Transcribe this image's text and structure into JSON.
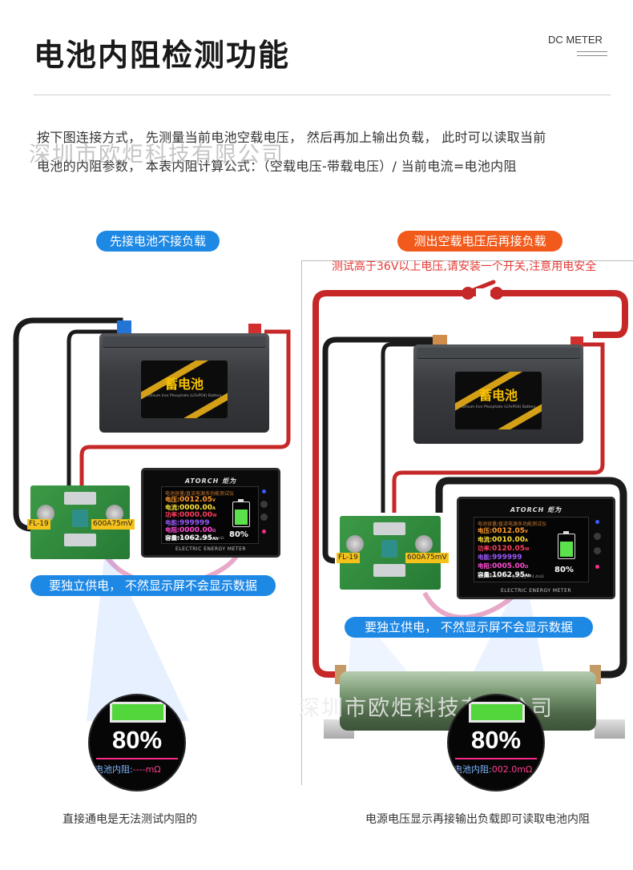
{
  "header": {
    "title": "电池内阻检测功能",
    "tag": "DC METER"
  },
  "intro": {
    "line1": "按下图连接方式，  先测量当前电池空载电压，  然后再加上输出负载，  此时可以读取当前",
    "line2": "电池的内阻参数，  本表内阻计算公式：（空载电压-带载电压）/ 当前电流=电池内阻"
  },
  "watermark": "深圳市欧炬科技有限公司",
  "left_panel": {
    "label": "先接电池不接负载",
    "note": "要独立供电，  不然显示屏不会显示数据",
    "caption": "直接通电是无法测试内阻的",
    "zoom": {
      "percent": "80%",
      "ir_label": "电池内阻:",
      "ir_value": "----mΩ"
    }
  },
  "right_panel": {
    "label": "测出空载电压后再接负载",
    "warning": "测试高于36V以上电压,请安装一个开关,注意用电安全",
    "note": "要独立供电，  不然显示屏不会显示数据",
    "caption": "电源电压显示再接输出负载即可读取电池内阻",
    "zoom": {
      "percent": "80%",
      "ir_label": "电池内阻:",
      "ir_value": "002.0mΩ"
    }
  },
  "battery": {
    "name": "蓄电池"
  },
  "meter": {
    "brand": "ATORCH 炬为",
    "footer": "ELECTRIC ENERGY METER",
    "header": "电池容量/直流电源多功能测试仪",
    "rows_left": [
      {
        "label": "电压:",
        "value": "0012.05",
        "unit": "V",
        "color": "#ff9a2a"
      },
      {
        "label": "电流:",
        "value": "0000.00",
        "unit": "A",
        "color": "#ffe23a"
      },
      {
        "label": "功率:",
        "value": "0000.00",
        "unit": "W",
        "color": "#ff3d5c"
      },
      {
        "label": "电能:",
        "value": "999999",
        "unit": "",
        "color": "#9b59ff"
      },
      {
        "label": "电阻:",
        "value": "0000.00",
        "unit": "Ω",
        "color": "#ff4bd2"
      },
      {
        "label": "容量:",
        "value": "1062.95",
        "unit": "Ah",
        "color": "#ffffff"
      }
    ],
    "rows_right": [
      {
        "label": "电压:",
        "value": "0012.05",
        "unit": "V",
        "color": "#ff9a2a"
      },
      {
        "label": "电流:",
        "value": "0010.00",
        "unit": "A",
        "color": "#ffe23a"
      },
      {
        "label": "功率:",
        "value": "0120.05",
        "unit": "W",
        "color": "#ff3d5c"
      },
      {
        "label": "电能:",
        "value": "999999",
        "unit": "",
        "color": "#9b59ff"
      },
      {
        "label": "电阻:",
        "value": "0005.00",
        "unit": "Ω",
        "color": "#ff4bd2"
      },
      {
        "label": "容量:",
        "value": "1062.95",
        "unit": "Ah",
        "color": "#ffffff"
      }
    ],
    "foot_left": "放电时间00:38:49  电池内阻:----mΩ",
    "foot_right": "放电时间021:38:49  电池内阻:074.4mΩ",
    "battery_percent": "80%"
  },
  "shunt": {
    "fuse_tag": "FL-19",
    "rating_tag": "600A75mV"
  },
  "colors": {
    "blue_pill": "#1e88e5",
    "orange_pill": "#f25a1c",
    "red_wire": "#c62828",
    "black_wire": "#1b1b1b",
    "warning": "#e53935"
  }
}
